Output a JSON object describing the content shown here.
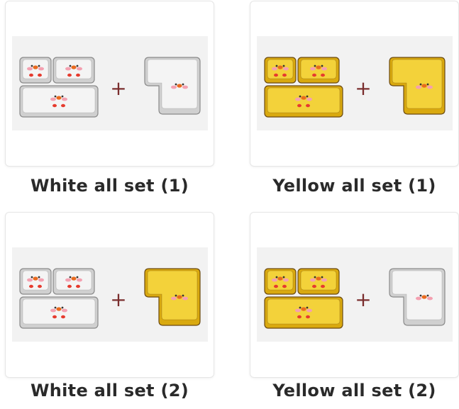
{
  "products": [
    {
      "caption": "White all set (1)",
      "set_color": "white",
      "extra_color": "white"
    },
    {
      "caption": "Yellow all set (1)",
      "set_color": "yellow",
      "extra_color": "yellow"
    },
    {
      "caption": "White all set (2)",
      "set_color": "white",
      "extra_color": "yellow"
    },
    {
      "caption": "Yellow all set (2)",
      "set_color": "yellow",
      "extra_color": "white"
    }
  ],
  "plus_symbol": "+",
  "colors": {
    "white_key": "#f4f4f4",
    "yellow_key": "#f3d23a",
    "plus": "#7a2e2e",
    "caption": "#2a2a2a",
    "panel": "#f2f2f2"
  }
}
